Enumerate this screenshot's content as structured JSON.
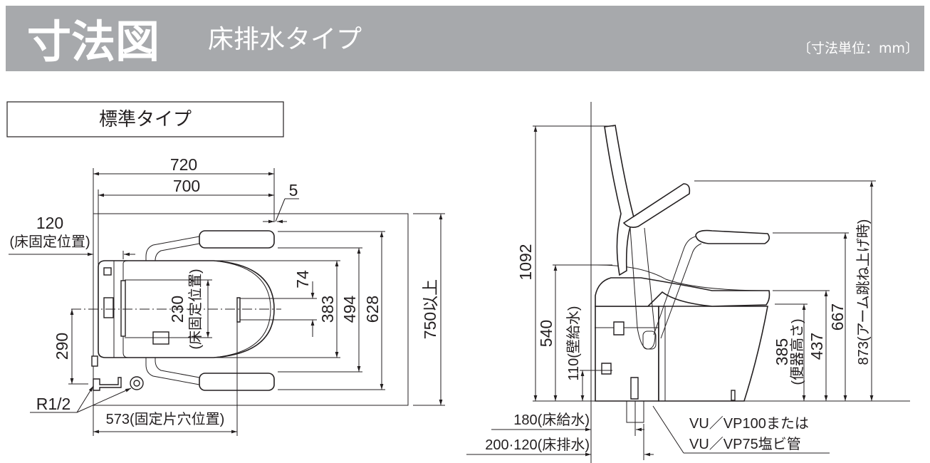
{
  "header": {
    "title": "寸法図",
    "subtitle": "床排水タイプ",
    "unit": "〔寸法単位：mm〕",
    "bar_color": "#a7a9ac"
  },
  "plan_view": {
    "type_label": "標準タイプ",
    "d720": "720",
    "d700": "700",
    "d5": "5",
    "d120": "120",
    "d120_note": "(床固定位置)",
    "d230": "230",
    "d230_note": "(床固定位置)",
    "d74": "74",
    "d383": "383",
    "d494": "494",
    "d628": "628",
    "d750": "750以上",
    "d290": "290",
    "r12": "R1/2",
    "d573": "573(固定片穴位置)"
  },
  "side_view": {
    "d1092": "1092",
    "d540": "540",
    "d110": "110(壁給水)",
    "d385": "385",
    "d385_note": "(便器高さ)",
    "d437": "437",
    "d667": "667",
    "d873": "873(アーム跳ね上げ時)",
    "d180": "180(床給水)",
    "d200": "200·120(床排水)",
    "pipe_line1": "VU／VP100または",
    "pipe_line2": "VU／VP75塩ビ管"
  }
}
